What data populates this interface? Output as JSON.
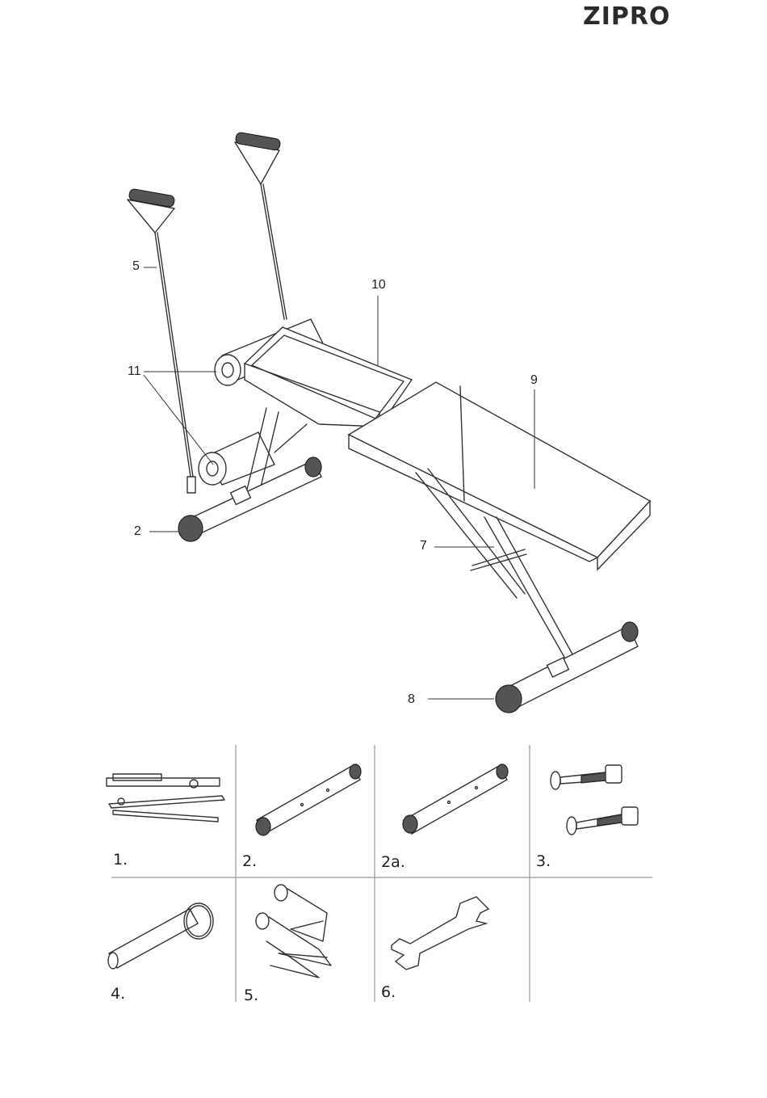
{
  "brand": "ZIPRO",
  "callouts": {
    "c5": "5",
    "c10": "10",
    "c11": "11",
    "c9": "9",
    "c2": "2",
    "c7": "7",
    "c8": "8"
  },
  "parts": {
    "p1": "1.",
    "p2": "2.",
    "p2a": "2a.",
    "p3": "3.",
    "p4": "4.",
    "p5": "5.",
    "p6": "6."
  }
}
